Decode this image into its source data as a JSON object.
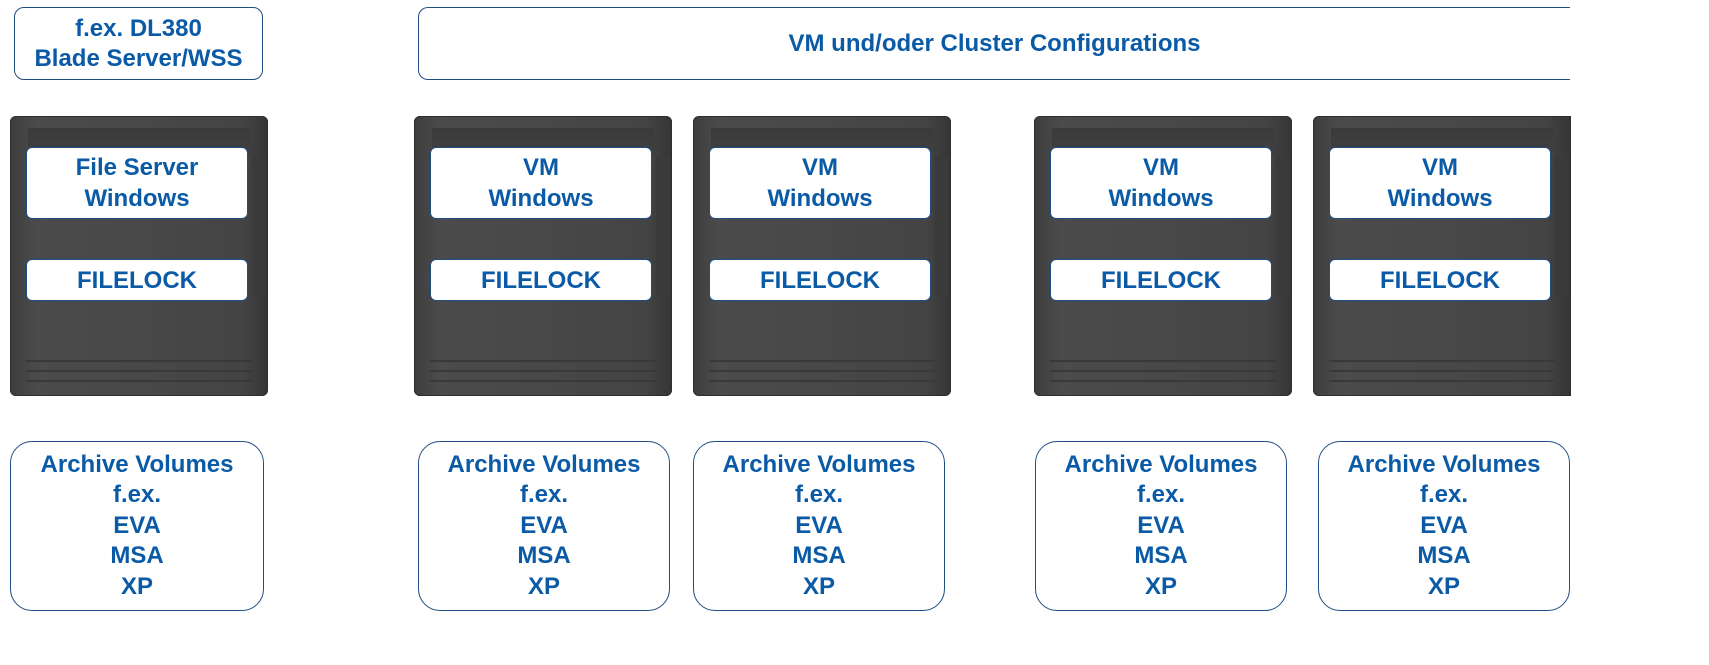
{
  "hardware_label": {
    "line1": "f.ex. DL380",
    "line2": "Blade Server/WSS"
  },
  "vm_label": "VM und/oder Cluster Configurations",
  "servers": [
    {
      "os_line1": "File Server",
      "os_line2": "Windows",
      "filelock": "FILELOCK"
    },
    {
      "os_line1": "VM",
      "os_line2": "Windows",
      "filelock": "FILELOCK"
    },
    {
      "os_line1": "VM",
      "os_line2": "Windows",
      "filelock": "FILELOCK"
    },
    {
      "os_line1": "VM",
      "os_line2": "Windows",
      "filelock": "FILELOCK"
    },
    {
      "os_line1": "VM",
      "os_line2": "Windows",
      "filelock": "FILELOCK"
    }
  ],
  "archives": [
    {
      "title": "Archive Volumes",
      "lines": [
        "f.ex.",
        "EVA",
        "MSA",
        "XP"
      ]
    },
    {
      "title": "Archive Volumes",
      "lines": [
        "f.ex.",
        "EVA",
        "MSA",
        "XP"
      ]
    },
    {
      "title": "Archive Volumes",
      "lines": [
        "f.ex.",
        "EVA",
        "MSA",
        "XP"
      ]
    },
    {
      "title": "Archive Volumes",
      "lines": [
        "f.ex.",
        "EVA",
        "MSA",
        "XP"
      ]
    },
    {
      "title": "Archive Volumes",
      "lines": [
        "f.ex.",
        "EVA",
        "MSA",
        "XP"
      ]
    }
  ],
  "colors": {
    "text": "#0a5aa6",
    "border": "#1f4e84",
    "server_body": "#484848"
  }
}
